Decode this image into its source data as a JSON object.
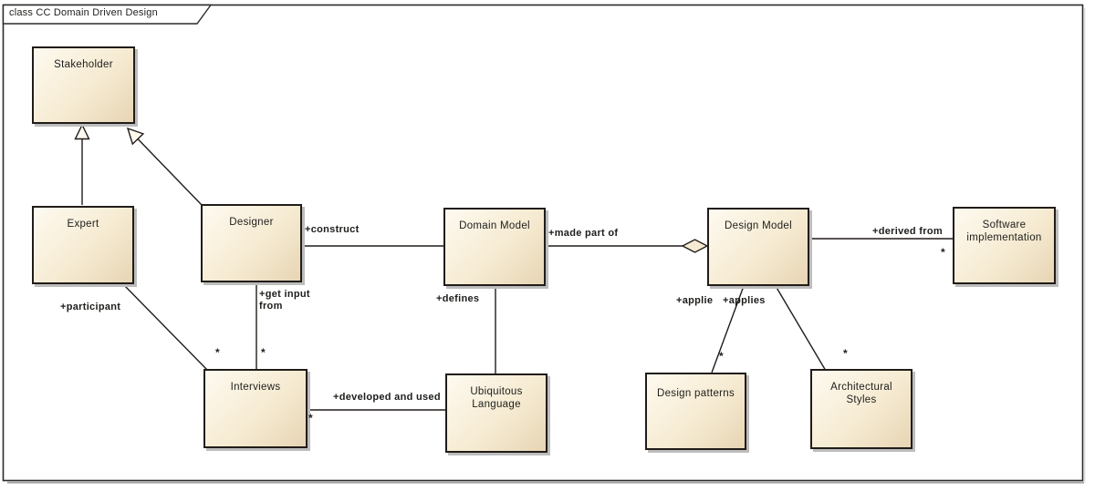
{
  "frame": {
    "title": "class CC Domain Driven Design"
  },
  "colors": {
    "box_fill_light": "#fefaf0",
    "box_fill_dark": "#e7d5b4",
    "box_border": "#211c18",
    "line": "#211c18",
    "shadow": "#bdbdbd",
    "background": "#ffffff"
  },
  "diagram_type": "uml-class-diagram",
  "nodes": [
    {
      "id": "stakeholder",
      "label": "Stakeholder"
    },
    {
      "id": "expert",
      "label": "Expert"
    },
    {
      "id": "designer",
      "label": "Designer"
    },
    {
      "id": "domain-model",
      "label": "Domain Model"
    },
    {
      "id": "design-model",
      "label": "Design Model"
    },
    {
      "id": "software-implementation",
      "label": "Software\nimplementation"
    },
    {
      "id": "interviews",
      "label": "Interviews"
    },
    {
      "id": "ubiquitous-language",
      "label": "Ubiquitous\nLanguage"
    },
    {
      "id": "design-patterns",
      "label": "Design patterns"
    },
    {
      "id": "architectural-styles",
      "label": "Architectural\nStyles"
    }
  ],
  "edges": [
    {
      "from": "Expert",
      "to": "Stakeholder",
      "type": "generalization",
      "label": ""
    },
    {
      "from": "Designer",
      "to": "Stakeholder",
      "type": "generalization",
      "label": ""
    },
    {
      "from": "Designer",
      "to": "Domain Model",
      "type": "association",
      "label": "+construct"
    },
    {
      "from": "Domain Model",
      "to": "Design Model",
      "type": "aggregation",
      "label": "+made part of"
    },
    {
      "from": "Design Model",
      "to": "Software implementation",
      "type": "association",
      "label": "+derived from",
      "multiplicity": "*"
    },
    {
      "from": "Designer",
      "to": "Interviews",
      "type": "association",
      "label": "+get input\nfrom",
      "multiplicity": "*"
    },
    {
      "from": "Expert",
      "to": "Interviews",
      "type": "association",
      "label": "+participant",
      "multiplicity": "*"
    },
    {
      "from": "Domain Model",
      "to": "Ubiquitous Language",
      "type": "association",
      "label": "+defines"
    },
    {
      "from": "Interviews",
      "to": "Ubiquitous Language",
      "type": "association",
      "label": "+developed and used",
      "multiplicity": "*"
    },
    {
      "from": "Design Model",
      "to": "Design patterns",
      "type": "association",
      "label": "+applie",
      "multiplicity": "*"
    },
    {
      "from": "Design Model",
      "to": "Architectural Styles",
      "type": "association",
      "label": "+applies",
      "multiplicity": "*"
    }
  ]
}
